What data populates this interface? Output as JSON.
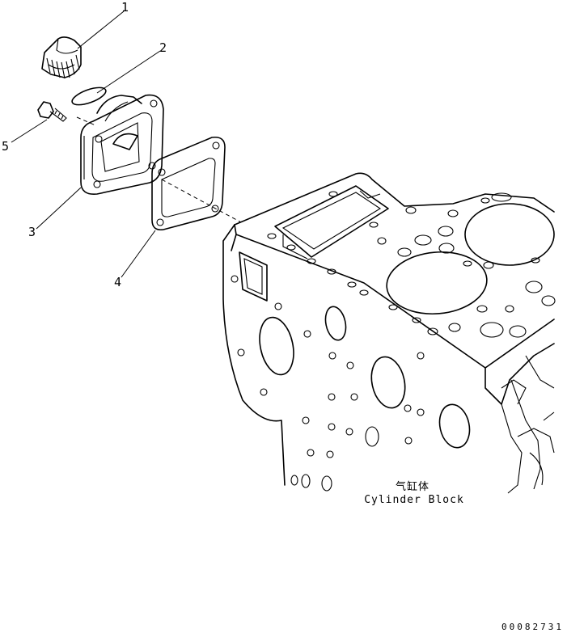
{
  "callouts": [
    {
      "number": "1"
    },
    {
      "number": "2"
    },
    {
      "number": "3"
    },
    {
      "number": "4"
    },
    {
      "number": "5"
    }
  ],
  "block_label": {
    "chinese": "气缸体",
    "english": "Cylinder Block"
  },
  "drawing_code": "00082731"
}
